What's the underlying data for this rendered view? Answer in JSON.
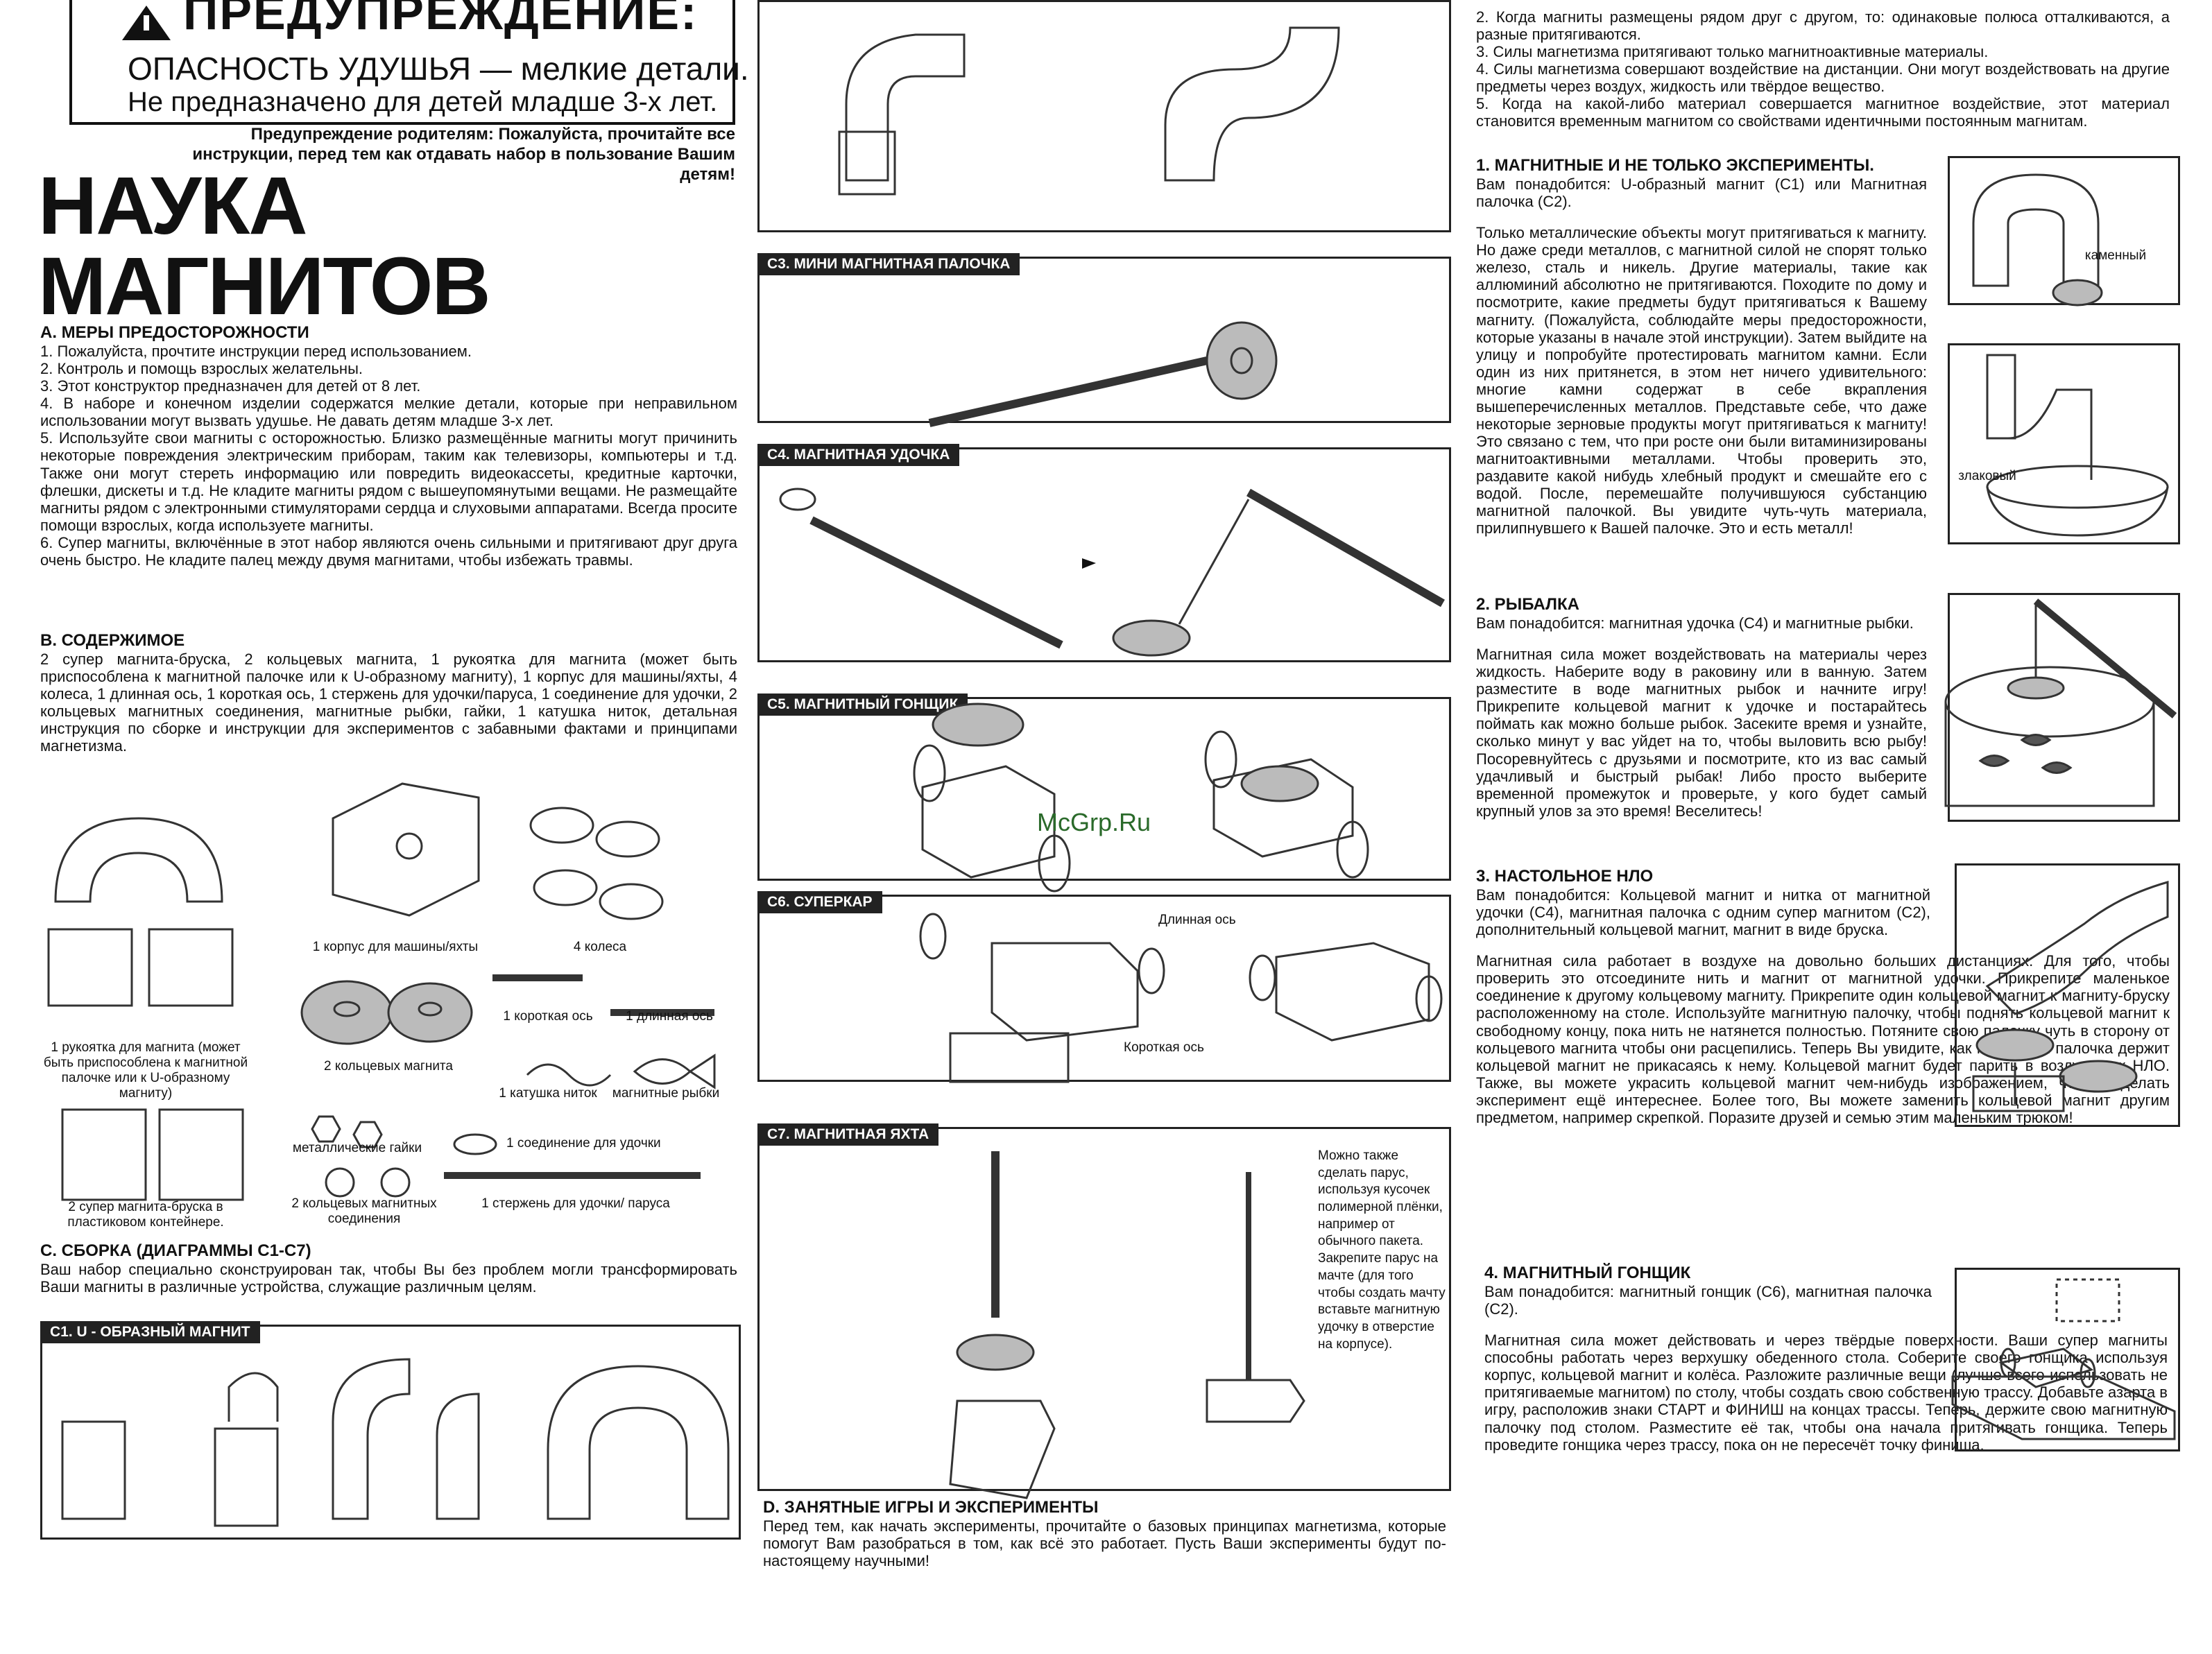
{
  "warning": {
    "heading": "ПРЕДУПРЕЖДЕНИЕ:",
    "line1": "ОПАСНОСТЬ УДУШЬЯ — мелкие детали.",
    "line2": "Не предназначено для детей младше 3-х лет.",
    "parents": "Предупреждение родителям: Пожалуйста, прочитайте все инструкции, перед тем как отдавать набор в пользование Вашим детям!"
  },
  "title": {
    "line1": "НАУКА",
    "line2": "МАГНИТОВ"
  },
  "sectionA": {
    "heading": "А. МЕРЫ ПРЕДОСТОРОЖНОСТИ",
    "items": [
      "1. Пожалуйста, прочтите инструкции перед использованием.",
      "2. Контроль и помощь взрослых желательны.",
      "3. Этот конструктор предназначен для детей от 8 лет.",
      "4. В наборе и конечном изделии содержатся мелкие детали, которые при неправильном использовании могут вызвать удушье. Не давать детям младше 3-х лет.",
      "5. Используйте свои магниты с осторожностью. Близко размещённые магниты могут причинить некоторые повреждения электрическим приборам, таким как телевизоры, компьютеры и т.д. Также они могут стереть информацию или повредить видеокассеты, кредитные карточки, флешки, дискеты и т.д. Не кладите магниты рядом с вышеупомянутыми вещами. Не размещайте магниты рядом с электронными стимуляторами сердца и слуховыми аппаратами. Всегда просите помощи взрослых, когда используете магниты.",
      "6. Супер магниты, включённые в этот набор являются очень сильными и притягивают друг друга очень быстро. Не кладите палец между двумя магнитами, чтобы избежать травмы."
    ]
  },
  "sectionB": {
    "heading": "В. СОДЕРЖИМОЕ",
    "text": "2 супер магнита-бруска, 2 кольцевых магнита, 1 рукоятка для магнита (может быть приспособлена к магнитной палочке или к U-образному магниту), 1 корпус для машины/яхты, 4 колеса, 1 длинная ось, 1 короткая ось, 1 стержень для удочки/паруса, 1 соединение для удочки, 2 кольцевых магнитных соединения, магнитные рыбки, гайки, 1 катушка ниток, детальная инструкция по сборке и инструкции для экспериментов с забавными фактами и принципами магнетизма."
  },
  "parts": {
    "handle": "1 рукоятка для магнита (может быть приспособлена к магнитной палочке или к U-образному магниту)",
    "body": "1 корпус для машины/яхты",
    "wheels": "4 колеса",
    "rings": "2 кольцевых магнита",
    "shortAxle": "1 короткая ось",
    "longAxle": "1 длинная ось",
    "thread": "1 катушка ниток",
    "fish": "магнитные рыбки",
    "nuts": "металлические гайки",
    "rodConnector": "1 соединение для удочки",
    "bars": "2 супер магнита-бруска в пластиковом контейнере.",
    "ringConnectors": "2 кольцевых магнитных соединения",
    "rod": "1 стержень для удочки/ паруса"
  },
  "sectionC": {
    "heading": "С. СБОРКА (ДИАГРАММЫ С1-С7)",
    "text": "Ваш набор специально сконструирован так, чтобы Вы без проблем могли трансформировать Ваши магниты в различные устройства, служащие различным целям."
  },
  "diagrams": {
    "c1": "С1. U - ОБРАЗНЫЙ МАГНИТ",
    "c3": "С3. МИНИ МАГНИТНАЯ ПАЛОЧКА",
    "c4": "С4. МАГНИТНАЯ УДОЧКА",
    "c5": "С5. МАГНИТНЫЙ ГОНЩИК",
    "c6": "С6. СУПЕРКАР",
    "c6long": "Длинная ось",
    "c6short": "Короткая ось",
    "c7": "С7. МАГНИТНАЯ ЯХТА",
    "c7note": "Можно также сделать парус, используя кусочек полимерной плёнки, например от обычного пакета. Закрепите парус на мачте (для того чтобы создать мачту вставьте магнитную удочку в отверстие на корпусе)."
  },
  "sectionD": {
    "heading": "D. ЗАНЯТНЫЕ ИГРЫ И ЭКСПЕРИМЕНТЫ",
    "text": "Перед тем, как начать эксперименты, прочитайте о базовых принципах магнетизма, которые помогут Вам разобраться в том, как всё это работает. Пусть Ваши эксперименты будут по-настоящему научными!"
  },
  "principles": [
    "2. Когда магниты размещены рядом друг с другом, то: одинаковые полюса отталкиваются, а разные притягиваются.",
    "3. Силы магнетизма притягивают только магнитноактивные материалы.",
    "4. Силы магнетизма совершают воздействие на дистанции. Они могут воздействовать на другие предметы через воздух, жидкость или твёрдое вещество.",
    "5. Когда на какой-либо материал совершается магнитное воздействие, этот материал становится временным магнитом со свойствами идентичными постоянным магнитам."
  ],
  "exp1": {
    "heading": "1. МАГНИТНЫЕ И НЕ ТОЛЬКО ЭКСПЕРИМЕНТЫ.",
    "need": "Вам понадобится: U-образный магнит (С1) или Магнитная палочка (С2).",
    "text": "Только металлические объекты могут притягиваться к магниту. Но даже среди металлов, с магнитной силой не спорят только железо, сталь и никель. Другие материалы, такие как аллюминий абсолютно не притягиваются. Походите по дому и посмотрите, какие предметы будут притягиваться к Вашему магниту. (Пожалуйста, соблюдайте меры предосторожности, которые указаны в начале этой инструкции). Затем выйдите на улицу и попробуйте протестировать магнитом камни. Если один из них притянется, в этом нет ничего удивительного: многие камни содержат в себе вкрапления вышеперечисленных металлов. Представьте себе, что даже некоторые зерновые продукты могут притягиваться к магниту! Это связано с тем, что при росте они были витаминизированы магнитоактивными металлами. Чтобы проверить это, раздавите какой нибудь хлебный продукт и смешайте его с водой. После, перемешайте получившуюся субстанцию магнитной палочкой. Вы увидите чуть-чуть материала, прилипнувшего к Вашей палочке. Это и есть металл!",
    "stone": "каменный",
    "cereal": "злаковый"
  },
  "exp2": {
    "heading": "2. РЫБАЛКА",
    "need": "Вам понадобится: магнитная удочка (С4) и магнитные рыбки.",
    "text": "Магнитная сила может воздействовать на материалы через жидкость. Наберите воду в раковину или в ванную. Затем разместите в воде магнитных рыбок и начните игру! Прикрепите кольцевой магнит к удочке и постарайтесь поймать как можно больше рыбок. Засеките время и узнайте, сколько минут у вас уйдет на то, чтобы выловить всю рыбу! Посоревнуйтесь с друзьями и посмотрите, кто из вас самый удачливый и быстрый рыбак! Либо просто выберите временной промежуток и проверьте, у кого будет самый крупный улов за это время! Веселитесь!"
  },
  "exp3": {
    "heading": "3. НАСТОЛЬНОЕ НЛО",
    "need": "Вам понадобится: Кольцевой магнит и нитка от магнитной удочки (С4), магнитная палочка с одним супер магнитом (С2), дополнительный кольцевой магнит, магнит в виде бруска.",
    "text": "Магнитная сила работает в воздухе на довольно больших дистанциях. Для того, чтобы проверить это отсоедините нить и магнит от магнитной удочки. Прикрепите маленькое соединение к другому кольцевому магниту. Прикрепите один кольцевой магнит к магниту-бруску расположенному на столе. Используйте магнитную палочку, чтобы поднять кольцевой магнит к свободному концу, пока нить не натянется полностью. Потяните свою палочку чуть в сторону от кольцевого магнита чтобы они расцепились. Теперь Вы увидите, как магнитная палочка держит кольцевой магнит не прикасаясь к нему. Кольцевой магнит будет парить в воздухе как НЛО. Также, вы можете украсить кольцевой магнит чем-нибудь изображением, чтобы сделать эксперимент ещё интереснее. Более того, Вы можете заменить кольцевой магнит другим предметом, например скрепкой. Поразите друзей и семью этим маленьким трюком!"
  },
  "exp4": {
    "heading": "4. МАГНИТНЫЙ ГОНЩИК",
    "need": "Вам понадобится: магнитный гонщик (С6), магнитная палочка (С2).",
    "text": "Магнитная сила может действовать и через твёрдые поверхности. Ваши супер магниты способны работать через верхушку обеденного стола. Соберите своего гонщика используя корпус, кольцевой магнит и колёса. Разложите различные вещи (лучше всего использовать не притягиваемые магнитом) по столу, чтобы создать свою собственную трассу. Добавьте азарта в игру, расположив знаки СТАРТ и ФИНИШ на концах трассы. Теперь, держите свою магнитную палочку под столом. Разместите её так, чтобы она начала притягивать гонщика. Теперь проведите гонщика через трассу, пока он не пересечёт точку финиша."
  },
  "watermark": "McGrp.Ru"
}
